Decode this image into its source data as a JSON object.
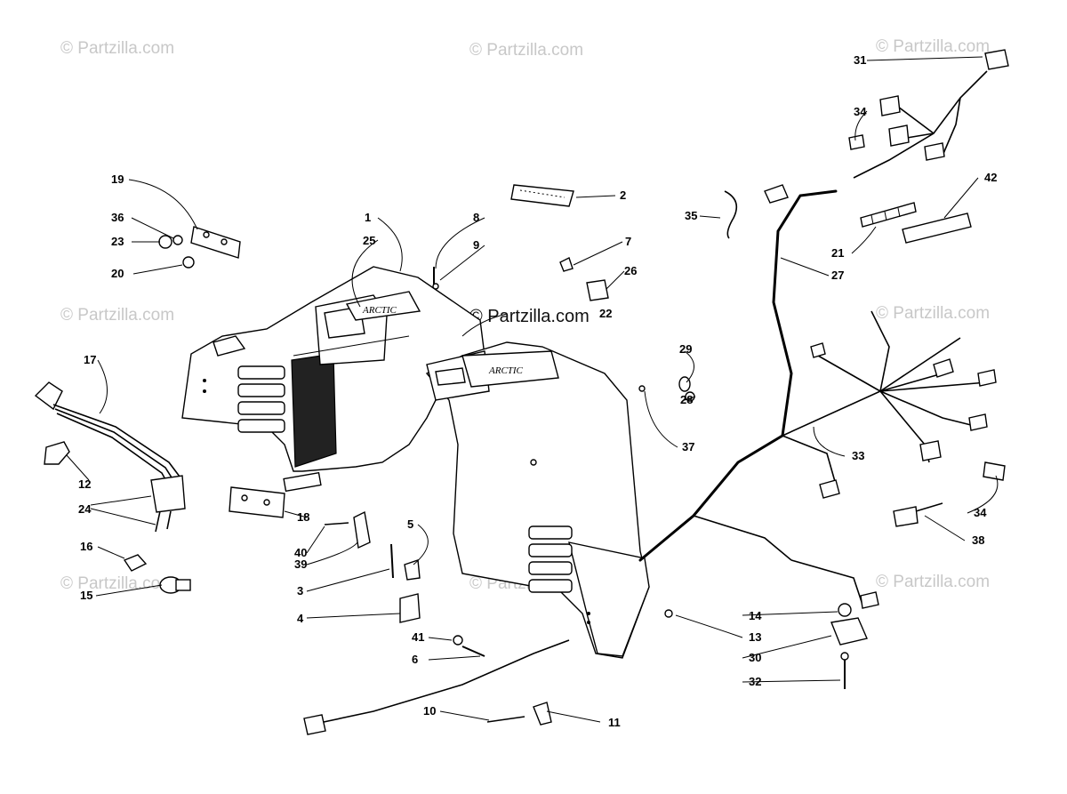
{
  "watermarks": {
    "corner": "© Partzilla.com",
    "center": "© Partzilla.com"
  },
  "callouts": [
    {
      "id": "c1",
      "label": "1"
    },
    {
      "id": "c2",
      "label": "2"
    },
    {
      "id": "c3",
      "label": "3"
    },
    {
      "id": "c4",
      "label": "4"
    },
    {
      "id": "c5",
      "label": "5"
    },
    {
      "id": "c6",
      "label": "6"
    },
    {
      "id": "c7",
      "label": "7"
    },
    {
      "id": "c8",
      "label": "8"
    },
    {
      "id": "c9",
      "label": "9"
    },
    {
      "id": "c10",
      "label": "10"
    },
    {
      "id": "c11",
      "label": "11"
    },
    {
      "id": "c12",
      "label": "12"
    },
    {
      "id": "c13",
      "label": "13"
    },
    {
      "id": "c14",
      "label": "14"
    },
    {
      "id": "c15",
      "label": "15"
    },
    {
      "id": "c16",
      "label": "16"
    },
    {
      "id": "c17",
      "label": "17"
    },
    {
      "id": "c18",
      "label": "18"
    },
    {
      "id": "c19",
      "label": "19"
    },
    {
      "id": "c20",
      "label": "20"
    },
    {
      "id": "c21",
      "label": "21"
    },
    {
      "id": "c22",
      "label": "22"
    },
    {
      "id": "c23",
      "label": "23"
    },
    {
      "id": "c24",
      "label": "24"
    },
    {
      "id": "c25",
      "label": "25"
    },
    {
      "id": "c26",
      "label": "26"
    },
    {
      "id": "c27",
      "label": "27"
    },
    {
      "id": "c28",
      "label": "28"
    },
    {
      "id": "c29",
      "label": "29"
    },
    {
      "id": "c30",
      "label": "30"
    },
    {
      "id": "c31",
      "label": "31"
    },
    {
      "id": "c32",
      "label": "32"
    },
    {
      "id": "c33",
      "label": "33"
    },
    {
      "id": "c34a",
      "label": "34"
    },
    {
      "id": "c34b",
      "label": "34"
    },
    {
      "id": "c35",
      "label": "35"
    },
    {
      "id": "c36",
      "label": "36"
    },
    {
      "id": "c37",
      "label": "37"
    },
    {
      "id": "c38",
      "label": "38"
    },
    {
      "id": "c39",
      "label": "39"
    },
    {
      "id": "c40",
      "label": "40"
    },
    {
      "id": "c41",
      "label": "41"
    },
    {
      "id": "c42",
      "label": "42"
    }
  ]
}
